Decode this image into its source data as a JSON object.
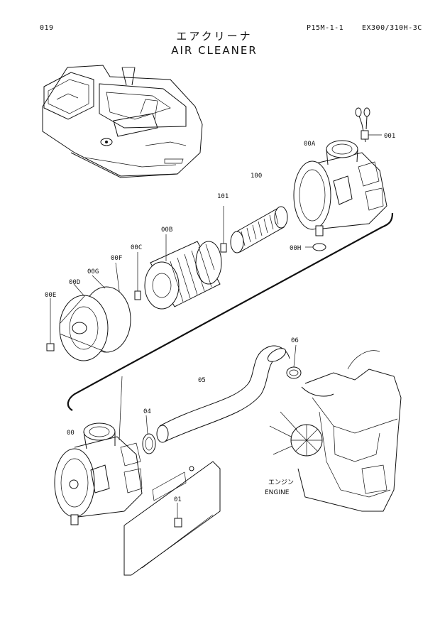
{
  "header": {
    "page_number": "019",
    "page_code": "P15M-1-1",
    "model": "EX300/310H-3C"
  },
  "title": {
    "japanese": "エアクリーナ",
    "english": "AIR CLEANER"
  },
  "parts": {
    "p001": "001",
    "p00A": "00A",
    "p100": "100",
    "p101": "101",
    "p00B": "00B",
    "p00C": "00C",
    "p00F": "00F",
    "p00G": "00G",
    "p00D": "00D",
    "p00E": "00E",
    "p00H": "00H",
    "p06": "06",
    "p05": "05",
    "p04": "04",
    "p00": "00",
    "p01": "01"
  },
  "engine_label": {
    "japanese": "エンジン",
    "english": "ENGINE"
  }
}
